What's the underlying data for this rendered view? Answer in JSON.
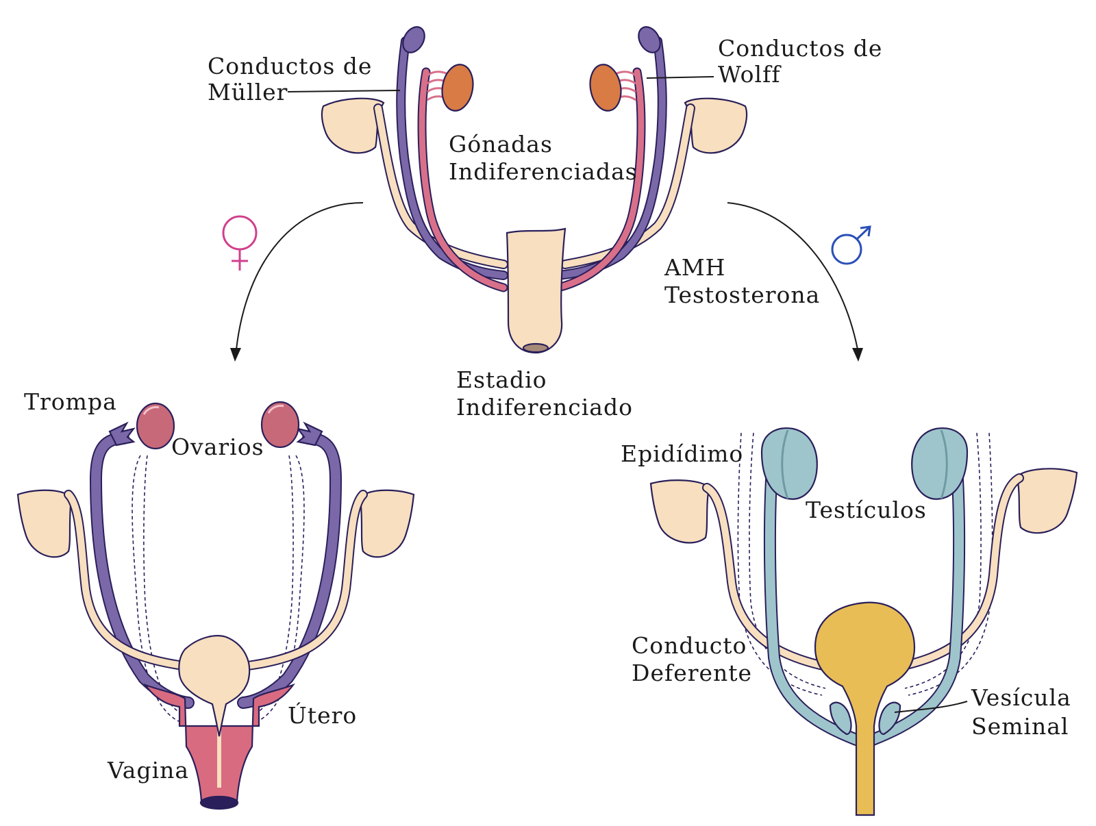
{
  "labels": {
    "muller_1": "Conductos de",
    "muller_2": "Müller",
    "wolff_1": "Conductos de",
    "wolff_2": "Wolff",
    "gonads_1": "Gónadas",
    "gonads_2": "Indiferenciadas",
    "hormones_1": "AMH",
    "hormones_2": "Testosterona",
    "stage_1": "Estadio",
    "stage_2": "Indiferenciado",
    "trompa": "Trompa",
    "ovarios": "Ovarios",
    "utero": "Útero",
    "vagina": "Vagina",
    "epididimo": "Epidídimo",
    "testiculos": "Testículos",
    "deferente_1": "Conducto",
    "deferente_2": "Deferente",
    "vesicula_1": "Vesícula",
    "vesicula_2": "Seminal"
  },
  "symbols": {
    "female": "female-symbol-icon",
    "male": "male-symbol-icon"
  },
  "colors": {
    "kidney": "#f7dfbf",
    "muller": "#7a68a8",
    "wolff": "#d9708a",
    "gonad": "#d97b44",
    "ovary": "#c8697a",
    "uterus": "#d86b80",
    "testis": "#9ec5cc",
    "bladder": "#e8bd55",
    "female_symbol": "#d0408c",
    "male_symbol": "#2a4fb8",
    "outline": "#2a1f5a"
  }
}
